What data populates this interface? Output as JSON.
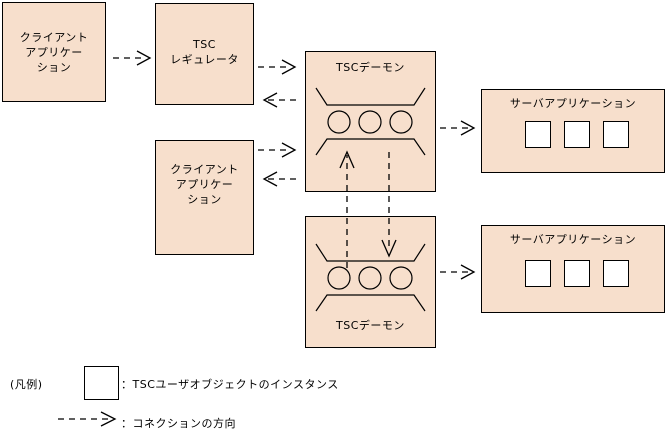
{
  "diagram": {
    "title": "TSC architecture diagram",
    "colors": {
      "box_fill": "#F7DFCC",
      "box_stroke": "#000000",
      "instance_fill": "#FFFFFF",
      "background": "#FFFFFF"
    },
    "nodes": [
      {
        "id": "client-app-1",
        "label": "クライアント\nアプリケー\nション"
      },
      {
        "id": "tsc-regulator",
        "label": "TSC\nレギュレータ"
      },
      {
        "id": "client-app-2",
        "label": "クライアント\nアプリケー\nション"
      },
      {
        "id": "tsc-daemon-1",
        "label": "TSCデーモン"
      },
      {
        "id": "tsc-daemon-2",
        "label": "TSCデーモン"
      },
      {
        "id": "server-app-1",
        "label": "サーバアプリケーション"
      },
      {
        "id": "server-app-2",
        "label": "サーバアプリケーション"
      }
    ],
    "instance_counts": {
      "server-app-1": 3,
      "server-app-2": 3
    },
    "pool_circle_counts": {
      "tsc-daemon-1": 3,
      "tsc-daemon-2": 3
    },
    "connections": [
      {
        "from": "client-app-1",
        "to": "tsc-regulator",
        "direction": "right"
      },
      {
        "from": "tsc-regulator",
        "to": "tsc-daemon-1",
        "direction": "right"
      },
      {
        "from": "tsc-daemon-1",
        "to": "tsc-regulator",
        "direction": "left"
      },
      {
        "from": "client-app-2",
        "to": "tsc-daemon-1",
        "direction": "right"
      },
      {
        "from": "tsc-daemon-1",
        "to": "client-app-2",
        "direction": "left"
      },
      {
        "from": "tsc-daemon-1",
        "to": "server-app-1",
        "direction": "right"
      },
      {
        "from": "tsc-daemon-2",
        "to": "server-app-2",
        "direction": "right"
      },
      {
        "from": "tsc-daemon-2",
        "to": "tsc-daemon-1",
        "direction": "up"
      },
      {
        "from": "tsc-daemon-1",
        "to": "tsc-daemon-2",
        "direction": "down"
      }
    ]
  },
  "legend": {
    "heading": "(凡例)",
    "items": [
      {
        "symbol": "white-square",
        "separator": "：",
        "label": "TSCユーザオブジェクトのインスタンス"
      },
      {
        "symbol": "dashed-arrow",
        "separator": "：",
        "label": "コネクションの方向"
      }
    ],
    "item1_text": "：TSCユーザオブジェクトのインスタンス",
    "item2_text": "：コネクションの方向"
  }
}
